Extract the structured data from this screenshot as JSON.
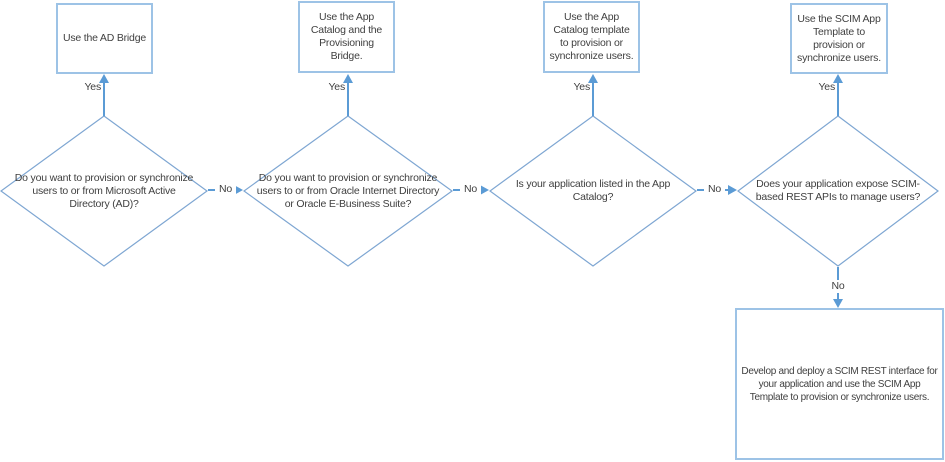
{
  "diagram": {
    "decisions": [
      {
        "text": "Do you want to provision or synchronize users to or from Microsoft Active Directory (AD)?"
      },
      {
        "text": "Do you want to provision or synchronize users to or from Oracle Internet Directory or Oracle E-Business Suite?"
      },
      {
        "text": "Is your application listed in the App Catalog?"
      },
      {
        "text": "Does your application expose SCIM-based REST APIs to manage users?"
      }
    ],
    "outcomes": [
      {
        "text": "Use the AD Bridge"
      },
      {
        "text": "Use the App Catalog and the Provisioning Bridge."
      },
      {
        "text": "Use the App Catalog template to provision or synchronize users."
      },
      {
        "text": "Use the SCIM App Template to provision or synchronize users."
      },
      {
        "text": "Develop and deploy a SCIM REST interface for your application and use the SCIM App Template to provision or synchronize users."
      }
    ],
    "labels": {
      "yes": "Yes",
      "no": "No"
    }
  },
  "colors": {
    "box-border": "#9DC3E6",
    "diamond-border": "#7EA6D2",
    "connector": "#5B9BD5",
    "text": "#404040",
    "background": "#FFFFFF"
  }
}
